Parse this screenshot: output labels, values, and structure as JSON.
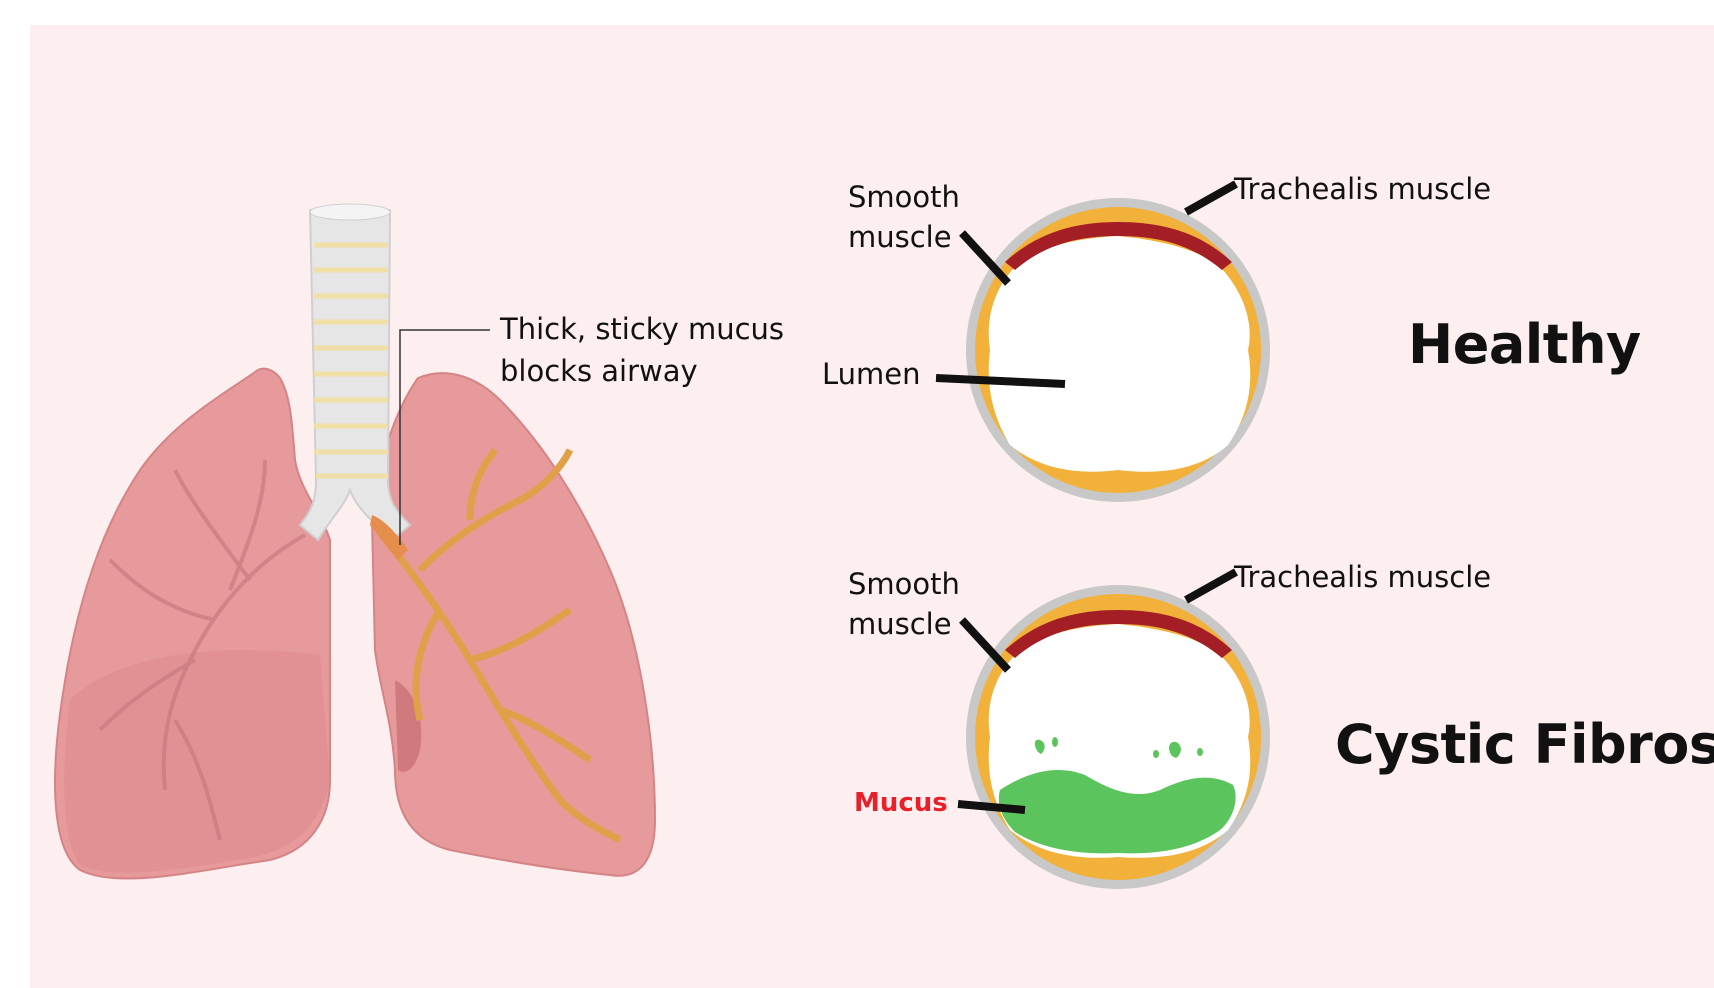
{
  "colors": {
    "background": "#fdeff0",
    "lung": "#e4989a",
    "lung_dark": "#cf7578",
    "trachea": "#e6e6e6",
    "trachea_ring": "#f0dfa6",
    "airway_wall": "#f2b13a",
    "outer_wall": "#c8c8c8",
    "trachealis": "#a41f25",
    "mucus": "#5cc45c",
    "mucus_label": "#e8202a",
    "bronchi": "#e0a04a"
  },
  "lung_callout": {
    "line1": "Thick, sticky mucus",
    "line2": "blocks airway"
  },
  "healthy": {
    "title": "Healthy",
    "smooth_muscle_line1": "Smooth",
    "smooth_muscle_line2": "muscle",
    "trachealis": "Trachealis muscle",
    "lumen": "Lumen"
  },
  "cystic": {
    "title": "Cystic Fibrosis",
    "smooth_muscle_line1": "Smooth",
    "smooth_muscle_line2": "muscle",
    "trachealis": "Trachealis muscle",
    "mucus": "Mucus"
  }
}
